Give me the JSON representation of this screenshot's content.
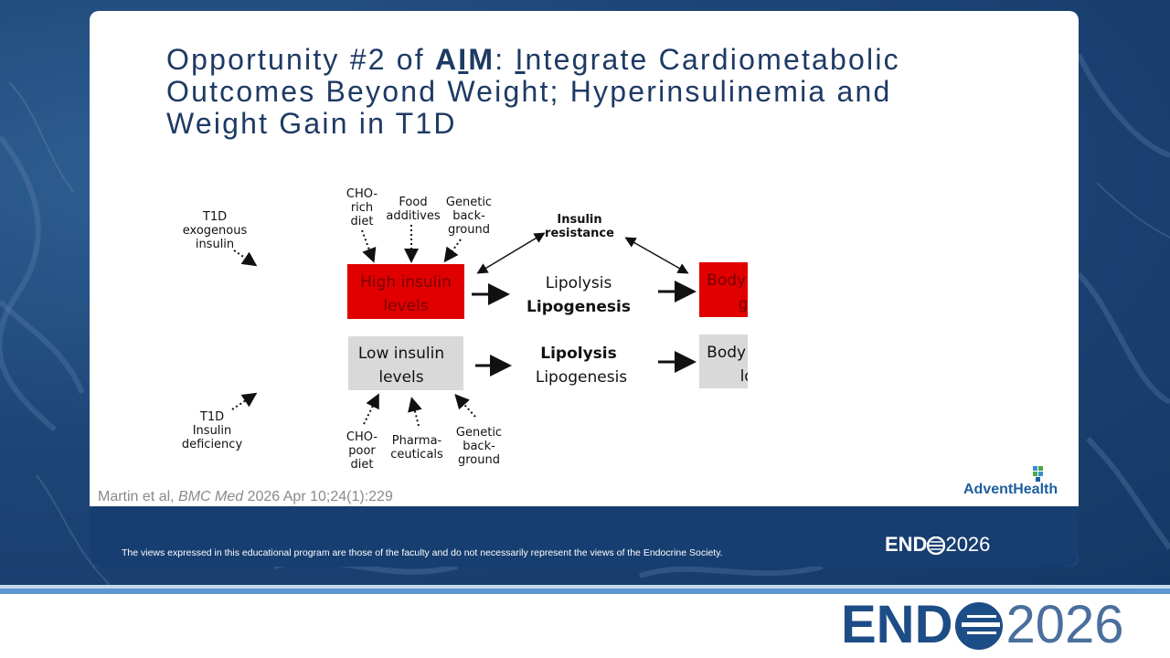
{
  "slide": {
    "title": {
      "prefix": "Opportunity #2 of ",
      "aim_a": "A",
      "aim_i": "I",
      "aim_m": "M",
      "colon": ": ",
      "i_letter": "I",
      "rest": "ntegrate Cardiometabolic Outcomes Beyond Weight; Hyperinsulinemia and Weight Gain in T1D"
    },
    "diagram": {
      "top_inputs": {
        "t1d": [
          "T1D",
          "exogenous",
          "insulin"
        ],
        "cho": [
          "CHO-",
          "rich",
          "diet"
        ],
        "food": [
          "Food",
          "additives"
        ],
        "genetic": [
          "Genetic",
          "back-",
          "ground"
        ]
      },
      "insulin_resistance": [
        "Insulin",
        "resistance"
      ],
      "high_insulin": [
        "High insulin",
        "levels"
      ],
      "lipolysis_top": "Lipolysis",
      "lipogenesis_top": "Lipogenesis",
      "weight_gain": [
        "Body weight",
        "gain"
      ],
      "low_insulin": [
        "Low insulin",
        "levels"
      ],
      "lipolysis_bottom": "Lipolysis",
      "lipogenesis_bottom": "Lipogenesis",
      "weight_loss": [
        "Body weight",
        "loss"
      ],
      "bottom_inputs": {
        "t1d": [
          "T1D",
          "Insulin",
          "deficiency"
        ],
        "cho": [
          "CHO-",
          "poor",
          "diet"
        ],
        "pharma": [
          "Pharma-",
          "ceuticals"
        ],
        "genetic": [
          "Genetic",
          "back-",
          "ground"
        ]
      }
    },
    "citation": {
      "authors": "Martin et al, ",
      "journal": "BMC Med",
      "details": " 2026 Apr 10;24(1):229"
    },
    "brand_logo": "AdventHealth",
    "footer": {
      "disclaimer": "The views expressed in this educational program are those of the faculty and do not necessarily represent the views of the Endocrine Society.",
      "endo_text": "END",
      "endo_year": "2026"
    }
  },
  "bottom_bar": {
    "endo_text": "END",
    "endo_year": "2026"
  },
  "colors": {
    "title": "#1e3a64",
    "red_box": "#e00000",
    "gray_box": "#d9d9d9",
    "footer": "#173e70",
    "background": "#1d4677"
  }
}
